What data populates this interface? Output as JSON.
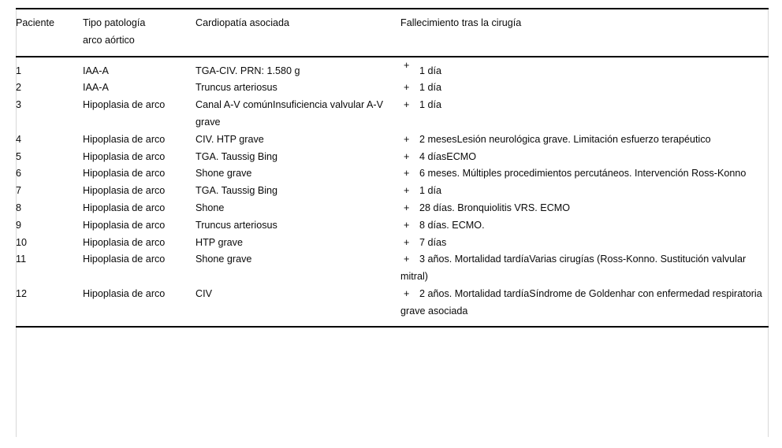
{
  "table": {
    "columns": [
      {
        "key": "paciente",
        "label": "Paciente"
      },
      {
        "key": "patologia",
        "label": "Tipo patología\narco aórtico"
      },
      {
        "key": "cardiopatia",
        "label": "Cardiopatía asociada"
      },
      {
        "key": "fallecimiento",
        "label": "Fallecimiento tras la cirugía"
      }
    ],
    "header": {
      "paciente": "Paciente",
      "patologia_line1": "Tipo patología",
      "patologia_line2": "arco aórtico",
      "cardiopatia": "Cardiopatía asociada",
      "fallecimiento": "Fallecimiento tras la cirugía"
    },
    "outcome_marker": "+",
    "rows": [
      {
        "paciente": "1",
        "patologia": "IAA-A",
        "cardiopatia": "TGA-CIV. PRN: 1.580 g",
        "marker": "+",
        "fallecimiento": "1 día"
      },
      {
        "paciente": "2",
        "patologia": "IAA-A",
        "cardiopatia": "Truncus arteriosus",
        "marker": "+",
        "fallecimiento": "1 día"
      },
      {
        "paciente": "3",
        "patologia": "Hipoplasia de arco",
        "cardiopatia": "Canal A-V comúnInsuficiencia valvular A-V grave",
        "marker": "+",
        "fallecimiento": "1 día"
      },
      {
        "paciente": "4",
        "patologia": "Hipoplasia de arco",
        "cardiopatia": "CIV. HTP grave",
        "marker": "+",
        "fallecimiento": "2 mesesLesión neurológica grave. Limitación esfuerzo terapéutico"
      },
      {
        "paciente": "5",
        "patologia": "Hipoplasia de arco",
        "cardiopatia": "TGA. Taussig Bing",
        "marker": "+",
        "fallecimiento": "4 díasECMO"
      },
      {
        "paciente": "6",
        "patologia": "Hipoplasia de arco",
        "cardiopatia": "Shone grave",
        "marker": "+",
        "fallecimiento": "6 meses. Múltiples procedimientos percutáneos. Intervención Ross-Konno"
      },
      {
        "paciente": "7",
        "patologia": "Hipoplasia de arco",
        "cardiopatia": "TGA. Taussig Bing",
        "marker": "+",
        "fallecimiento": "1 día"
      },
      {
        "paciente": "8",
        "patologia": "Hipoplasia de arco",
        "cardiopatia": "Shone",
        "marker": "+",
        "fallecimiento": "28 días. Bronquiolitis VRS. ECMO"
      },
      {
        "paciente": "9",
        "patologia": "Hipoplasia de arco",
        "cardiopatia": "Truncus arteriosus",
        "marker": "+",
        "fallecimiento": "8 días. ECMO."
      },
      {
        "paciente": "10",
        "patologia": "Hipoplasia de arco",
        "cardiopatia": "HTP grave",
        "marker": "+",
        "fallecimiento": "7 días"
      },
      {
        "paciente": "11",
        "patologia": "Hipoplasia de arco",
        "cardiopatia": "Shone grave",
        "marker": "+",
        "fallecimiento": "3 años. Mortalidad tardíaVarias cirugías (Ross-Konno. Sustitución valvular mitral)"
      },
      {
        "paciente": "12",
        "patologia": "Hipoplasia de arco",
        "cardiopatia": "CIV",
        "marker": "+",
        "fallecimiento": "2 años. Mortalidad tardíaSíndrome de Goldenhar con enfermedad respiratoria grave asociada"
      }
    ]
  },
  "style": {
    "rule_color": "#000000",
    "text_color": "#0a0a0a",
    "background": "#ffffff"
  }
}
